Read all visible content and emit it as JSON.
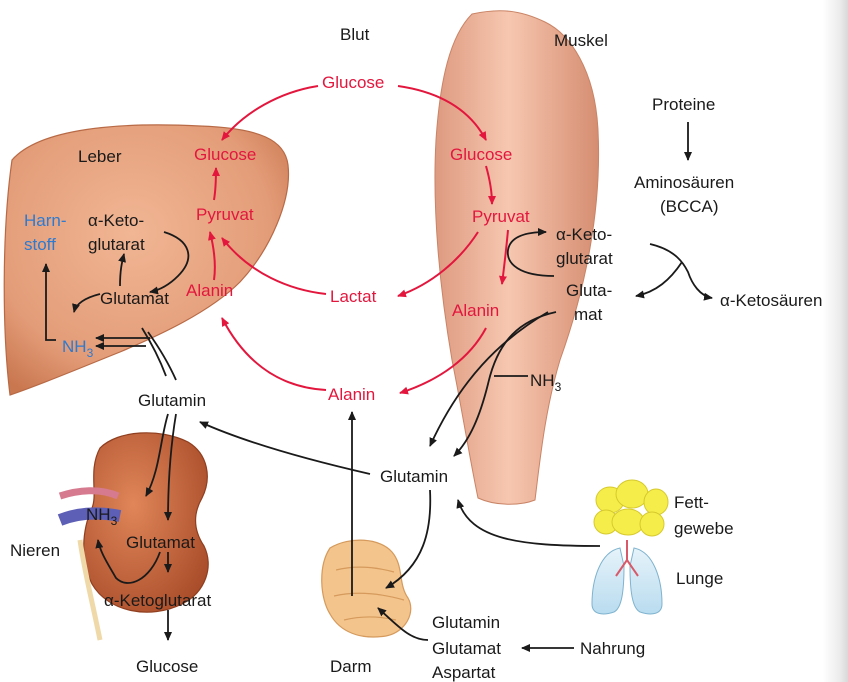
{
  "headers": {
    "blut": "Blut",
    "muskel": "Muskel",
    "leber": "Leber",
    "nieren": "Nieren",
    "darm": "Darm"
  },
  "red_labels": {
    "glucose_blut": "Glucose",
    "glucose_leber": "Glucose",
    "glucose_muskel": "Glucose",
    "pyruvat_leber": "Pyruvat",
    "pyruvat_muskel": "Pyruvat",
    "alanin_leber": "Alanin",
    "alanin_muskel": "Alanin",
    "alanin_blut": "Alanin",
    "lactat": "Lactat"
  },
  "liver": {
    "harnstoff_1": "Harn-",
    "harnstoff_2": "stoff",
    "ketoglutarat_1": "α-Keto-",
    "ketoglutarat_2": "glutarat",
    "glutamat": "Glutamat",
    "nh3": "NH",
    "nh3_sub": "3"
  },
  "muscle": {
    "proteine": "Proteine",
    "aminosaeuren": "Aminosäuren",
    "bcca": "(BCCA)",
    "ketoglutarat_1": "α-Keto-",
    "ketoglutarat_2": "glutarat",
    "glutamat_1": "Gluta-",
    "glutamat_2": "mat",
    "ketosaeuren": "α-Ketosäuren",
    "nh3": "NH",
    "nh3_sub": "3"
  },
  "center": {
    "glutamin_leber": "Glutamin",
    "glutamin_mitte": "Glutamin"
  },
  "kidney": {
    "nh3": "NH",
    "nh3_sub": "3",
    "glutamat": "Glutamat",
    "ketoglutarat": "α-Ketoglutarat",
    "glucose": "Glucose"
  },
  "periphery": {
    "fettgewebe_1": "Fett-",
    "fettgewebe_2": "gewebe",
    "lunge": "Lunge",
    "nahrung": "Nahrung",
    "glutamin": "Glutamin",
    "glutamat": "Glutamat",
    "aspartat": "Aspartat"
  },
  "colors": {
    "red": "#e3173e",
    "black": "#1a1a1a",
    "blue": "#2d7ad0",
    "liver": "#e8a27e",
    "muscle": "#f0b49c",
    "kidney": "#c86a43",
    "fat": "#f5ee4a",
    "intestine": "#f3c48c"
  }
}
